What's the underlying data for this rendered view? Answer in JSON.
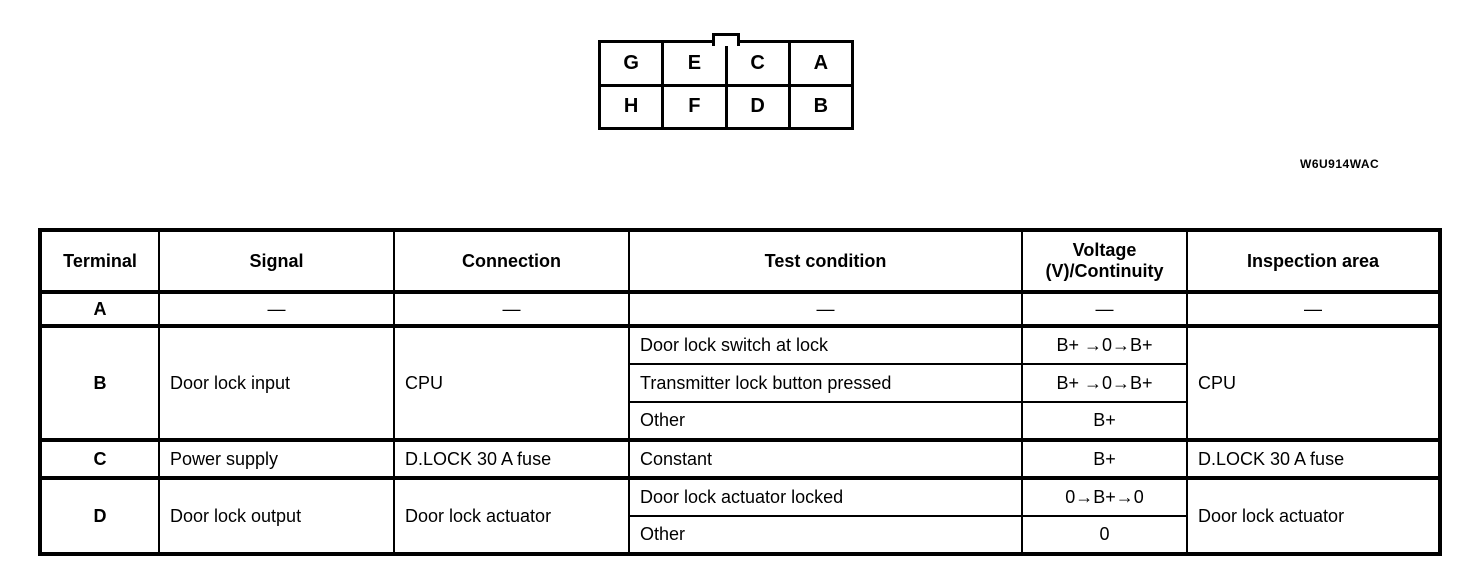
{
  "colors": {
    "ink": "#000000",
    "paper": "#ffffff"
  },
  "figure": {
    "code": "W6U914WAC",
    "connector": {
      "pins_top": [
        "G",
        "E",
        "C",
        "A"
      ],
      "pins_bottom": [
        "H",
        "F",
        "D",
        "B"
      ]
    }
  },
  "table": {
    "headers": {
      "terminal": "Terminal",
      "signal": "Signal",
      "connection": "Connection",
      "test_condition": "Test condition",
      "voltage_line1": "Voltage",
      "voltage_line2": "(V)/Continuity",
      "inspection": "Inspection area"
    },
    "rows": [
      {
        "terminal": "A",
        "signal": "—",
        "connection": "—",
        "conditions": [
          {
            "test": "—",
            "voltage": "—"
          }
        ],
        "inspection": "—"
      },
      {
        "terminal": "B",
        "signal": "Door lock input",
        "connection": "CPU",
        "conditions": [
          {
            "test": "Door lock switch at lock",
            "voltage": "B+ →0→B+"
          },
          {
            "test": "Transmitter lock button pressed",
            "voltage": "B+ →0→B+"
          },
          {
            "test": "Other",
            "voltage": "B+"
          }
        ],
        "inspection": "CPU"
      },
      {
        "terminal": "C",
        "signal": "Power supply",
        "connection": "D.LOCK 30 A fuse",
        "conditions": [
          {
            "test": "Constant",
            "voltage": "B+"
          }
        ],
        "inspection": "D.LOCK 30 A fuse"
      },
      {
        "terminal": "D",
        "signal": "Door lock output",
        "connection": "Door lock actuator",
        "conditions": [
          {
            "test": "Door lock actuator locked",
            "voltage": "0→B+→0"
          },
          {
            "test": "Other",
            "voltage": "0"
          }
        ],
        "inspection": "Door lock actuator"
      }
    ]
  }
}
